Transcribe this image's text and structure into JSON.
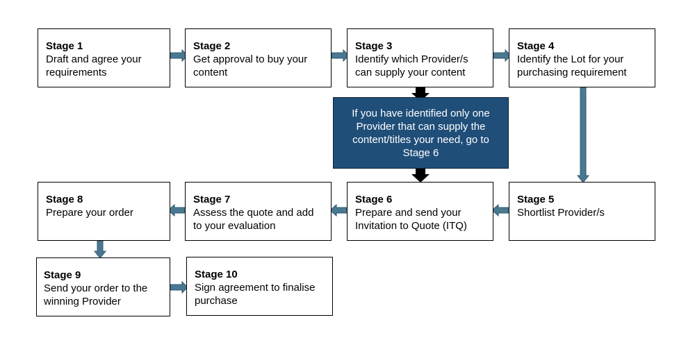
{
  "colors": {
    "arrow": "#4a7891",
    "arrow_dark": "#2f5a72",
    "note_bg": "#1f4e79",
    "black_arrow": "#000000"
  },
  "stages": [
    {
      "title": "Stage 1",
      "desc": "Draft and agree your requirements"
    },
    {
      "title": "Stage 2",
      "desc": "Get approval to buy your content"
    },
    {
      "title": "Stage 3",
      "desc": "Identify which Provider/s can supply your content"
    },
    {
      "title": "Stage 4",
      "desc": "Identify the Lot for your purchasing requirement"
    },
    {
      "title": "Stage 5",
      "desc": "Shortlist Provider/s"
    },
    {
      "title": "Stage 6",
      "desc": "Prepare and send your Invitation to Quote (ITQ)"
    },
    {
      "title": "Stage 7",
      "desc": "Assess the quote and add to your evaluation"
    },
    {
      "title": "Stage 8",
      "desc": "Prepare your order"
    },
    {
      "title": "Stage 9",
      "desc": "Send your order to the winning Provider"
    },
    {
      "title": "Stage 10",
      "desc": "Sign agreement to finalise purchase"
    }
  ],
  "note": "If you have identified only one Provider that can supply the content/titles your need, go to Stage 6"
}
